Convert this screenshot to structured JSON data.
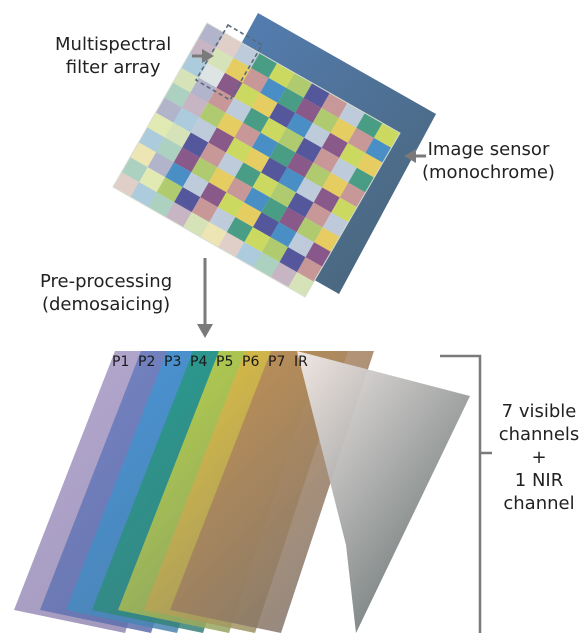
{
  "labels": {
    "filter_array_line1": "Multispectral",
    "filter_array_line2": "filter array",
    "sensor_line1": "Image sensor",
    "sensor_line2": "(monochrome)",
    "preprocessing_line1": "Pre-processing",
    "preprocessing_line2": "(demosaicing)",
    "summary_line1": "7 visible",
    "summary_line2": "channels",
    "summary_line3": "+",
    "summary_line4": "1 NIR",
    "summary_line5": "channel"
  },
  "channels": [
    {
      "label": "P1",
      "color": "#a99ac8",
      "color2": "#8f84ad"
    },
    {
      "label": "P2",
      "color": "#6b7fc4",
      "color2": "#5a6aa6"
    },
    {
      "label": "P3",
      "color": "#3f9be0",
      "color2": "#4a7fa8"
    },
    {
      "label": "P4",
      "color": "#1fa286",
      "color2": "#3a7a76"
    },
    {
      "label": "P5",
      "color": "#d8e23a",
      "color2": "#8a9a66"
    },
    {
      "label": "P6",
      "color": "#f2c33a",
      "color2": "#8f8a6a"
    },
    {
      "label": "P7",
      "color": "#c78d55",
      "color2": "#7a716a"
    },
    {
      "label": "IR",
      "color": "#f4ecea",
      "color2": "#5b6666"
    }
  ],
  "mosaic_colors": [
    "#3d3d8f",
    "#2f7fbf",
    "#2e8f73",
    "#c8d64a",
    "#e8c84a",
    "#c38a8a",
    "#b9c5d8",
    "#7a3f7a",
    "#a7c45a"
  ],
  "sensor_color": "#4b6688",
  "arrow_color": "#7a7a7a"
}
